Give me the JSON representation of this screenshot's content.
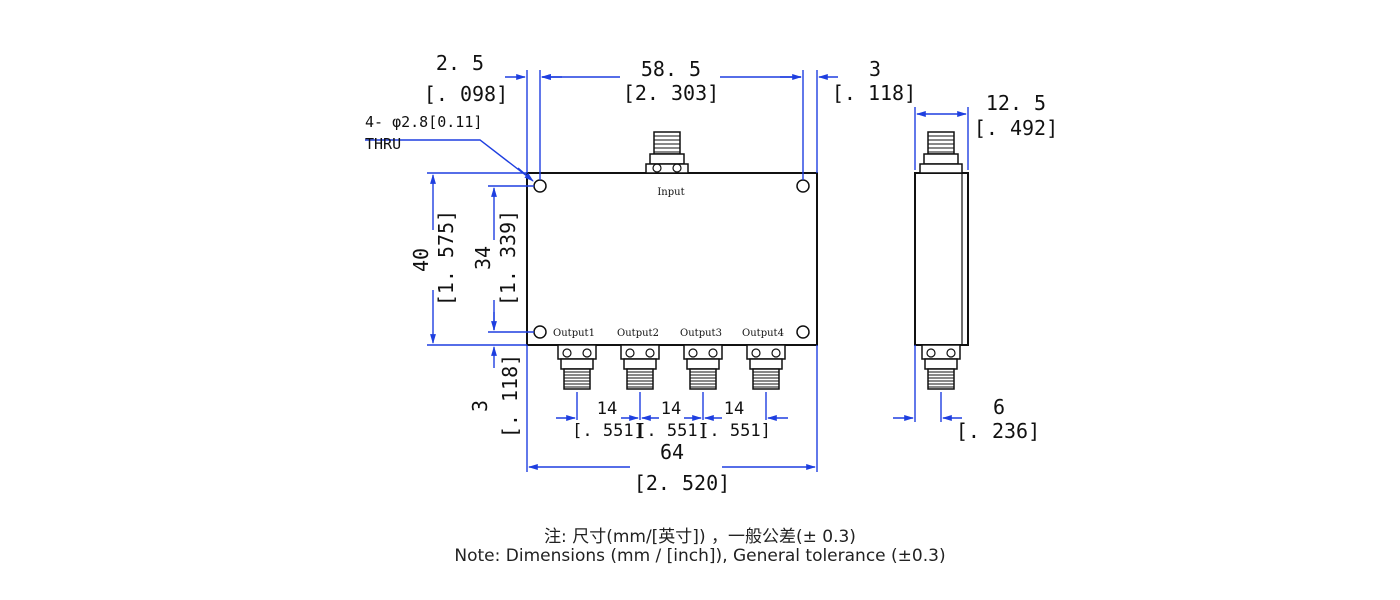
{
  "dims": {
    "d1_mm": "2. 5",
    "d1_in": "[. 098]",
    "d2_mm": "58. 5",
    "d2_in": "[2. 303]",
    "d3_mm": "3",
    "d3_in": "[. 118]",
    "d4_mm": "12. 5",
    "d4_in": "[. 492]",
    "d5_mm": "40",
    "d5_in": "[1. 575]",
    "d6_mm": "34",
    "d6_in": "[1. 339]",
    "d7_mm": "3",
    "d7_in": "[. 118]",
    "p1_mm": "14",
    "p1_in": "[. 551]",
    "p2_mm": "14",
    "p2_in": "[. 551]",
    "p3_mm": "14",
    "p3_in": "[. 551]",
    "w_mm": "64",
    "w_in": "[2. 520]",
    "s_mm": "6",
    "s_in": "[. 236]"
  },
  "hole_callout": {
    "line1": "4- φ2.8[0.11]",
    "line2": "THRU"
  },
  "ports": {
    "input": "Input",
    "outputs": [
      "Output1",
      "Output2",
      "Output3",
      "Output4"
    ]
  },
  "notes": {
    "zh": "注: 尺寸(mm/[英寸]) ，一般公差(± 0.3)",
    "en": "Note: Dimensions (mm / [inch]), General tolerance (±0.3)"
  },
  "colors": {
    "dimension": "#1e3fe0",
    "outline": "#111111"
  }
}
